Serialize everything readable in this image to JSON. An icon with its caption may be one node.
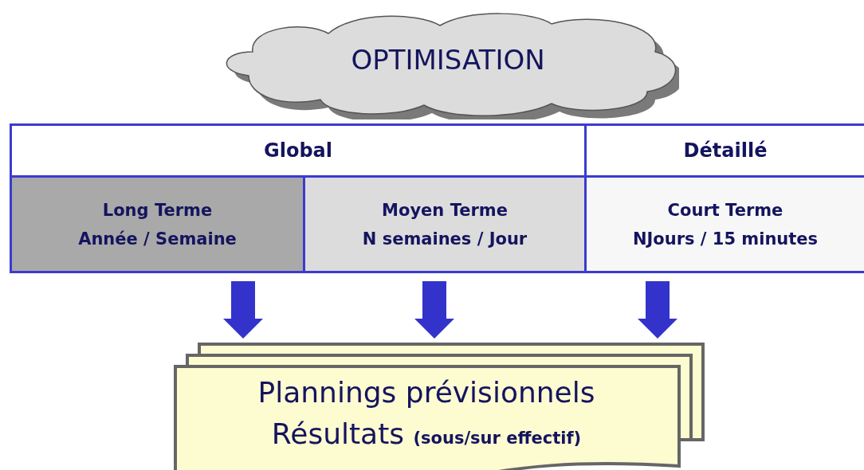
{
  "diagram": {
    "nodes": [
      {
        "text": [
          "OPTIMISATION"
        ]
      },
      {
        "text": [
          "Global"
        ]
      },
      {
        "text": [
          "Détaillé"
        ]
      },
      {
        "text": [
          "Long Terme",
          "Année / Semaine"
        ]
      },
      {
        "text": [
          "Moyen Terme",
          "N semaines / Jour"
        ]
      },
      {
        "text": [
          "Court Terme",
          "NJours / 15 minutes"
        ]
      },
      {
        "text": [
          "Plannings prévisionnels",
          "Résultats **(sous/sur effectif)**"
        ]
      }
    ],
    "edges": [
      {
        "from": 3,
        "to": 6,
        "arrow": "to"
      },
      {
        "from": 4,
        "to": 6,
        "arrow": "to"
      },
      {
        "from": 5,
        "to": 6,
        "arrow": "to"
      }
    ]
  }
}
